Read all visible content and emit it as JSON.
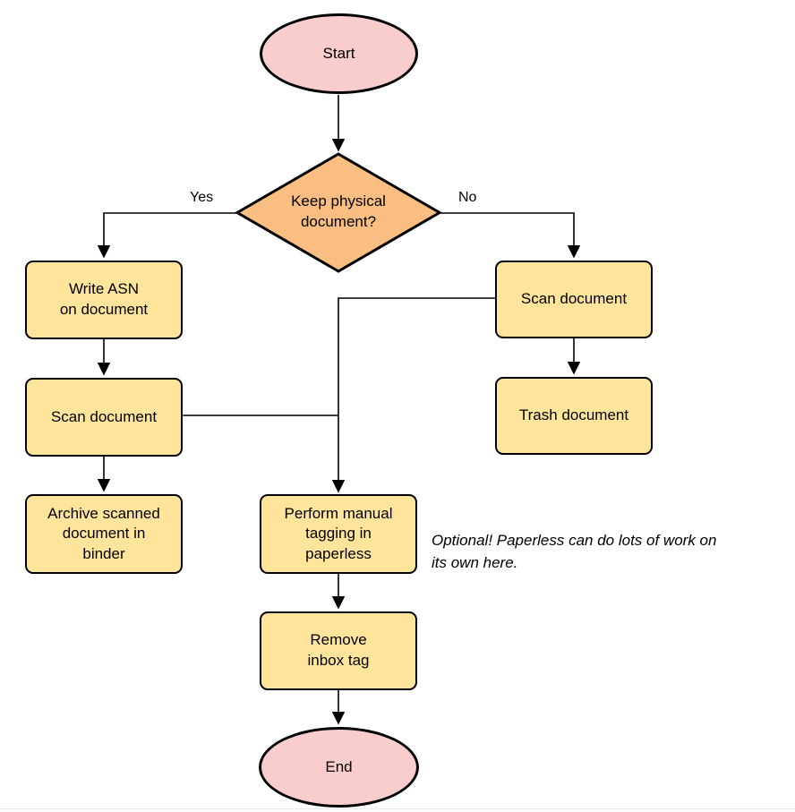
{
  "flowchart": {
    "nodes": {
      "start": "Start",
      "decision": "Keep physical\ndocument?",
      "write_asn": "Write ASN\non document",
      "scan_left": "Scan document",
      "archive": "Archive scanned\ndocument in\nbinder",
      "scan_right": "Scan document",
      "trash": "Trash document",
      "tagging": "Perform manual\ntagging in\npaperless",
      "remove_inbox": "Remove\ninbox tag",
      "end": "End"
    },
    "edge_labels": {
      "yes": "Yes",
      "no": "No"
    },
    "annotation": "Optional! Paperless can do lots of work on\nits own here.",
    "colors": {
      "terminal-fill": "#f8cdcc",
      "decision-fill": "#fbbe82",
      "process-fill": "#ffe59c",
      "stroke": "#000000"
    }
  }
}
